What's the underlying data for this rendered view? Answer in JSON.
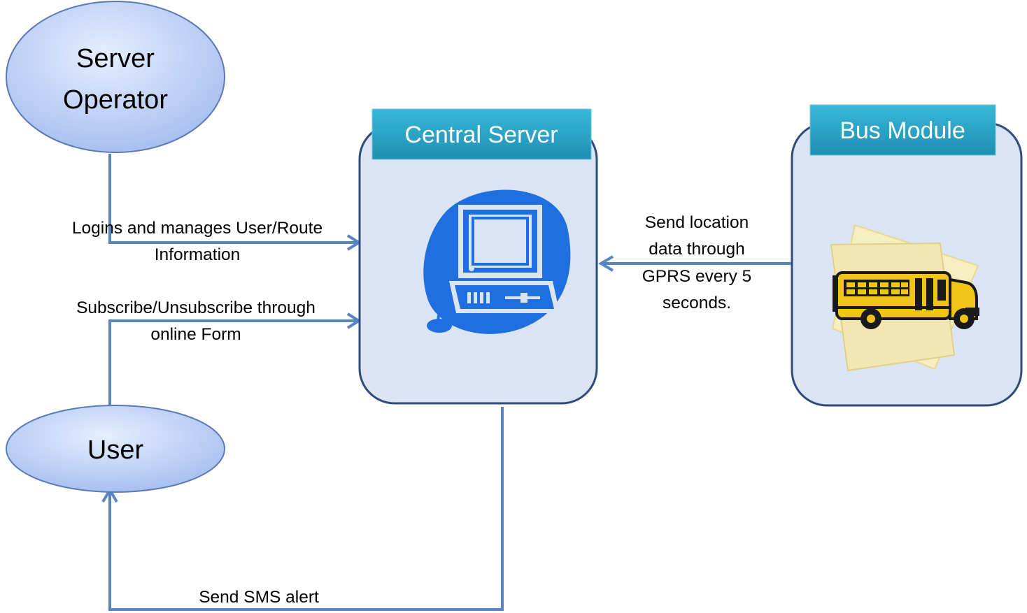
{
  "nodes": {
    "server_operator": {
      "line1": "Server",
      "line2": "Operator"
    },
    "user": {
      "label": "User"
    },
    "central_server": {
      "title": "Central Server"
    },
    "bus_module": {
      "title": "Bus Module"
    }
  },
  "edges": {
    "operator_to_server": {
      "line1": "Logins and manages User/Route",
      "line2": "Information"
    },
    "user_to_server": {
      "line1": "Subscribe/Unsubscribe through",
      "line2": "online Form"
    },
    "bus_to_server": {
      "line1": "Send location",
      "line2": "data through",
      "line3": "GPRS every 5",
      "line4": "seconds."
    },
    "server_to_user": {
      "label": "Send SMS alert"
    }
  },
  "icons": {
    "central_server": "computer-icon",
    "bus_module": "school-bus-icon"
  },
  "colors": {
    "oval_fill": "#b3c8f2",
    "oval_border": "#5b79b8",
    "box_fill": "#dbe4f2",
    "box_border": "#2f4b7c",
    "title_fill": "#2aa5c6",
    "connector": "#5a85c0",
    "computer": "#1f6fe0",
    "bus": "#f0c419",
    "paper": "#f6edc0"
  }
}
